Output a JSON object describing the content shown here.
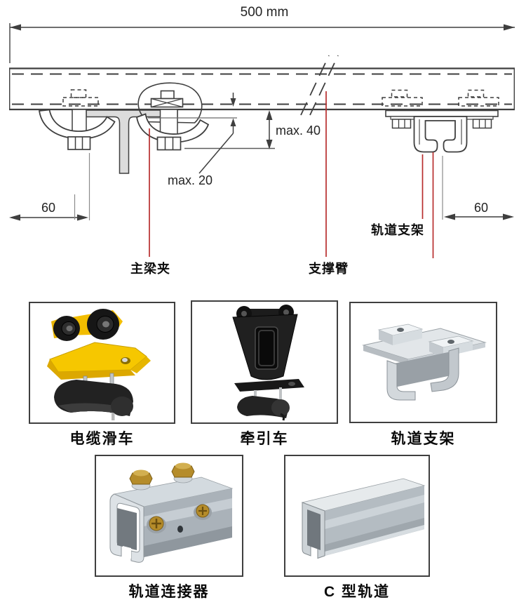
{
  "diagram": {
    "dim_span": "500 mm",
    "dim_max_drop": "max. 40",
    "dim_max_clamp": "max. 20",
    "dim_left_offset": "60",
    "dim_right_offset": "60",
    "label_beam_clamp": "主梁夹",
    "label_support_arm": "支撑臂",
    "label_track_bracket": "轨道支架",
    "colors": {
      "line": "#3f3f3f",
      "indicator": "#b82e2e",
      "beam_web_fill": "#dcdcdc"
    }
  },
  "products": {
    "row1": [
      {
        "label": "电缆滑车"
      },
      {
        "label": "牵引车"
      },
      {
        "label": "轨道支架"
      }
    ],
    "row2": [
      {
        "label": "轨道连接器"
      },
      {
        "label": "C 型轨道"
      }
    ]
  }
}
